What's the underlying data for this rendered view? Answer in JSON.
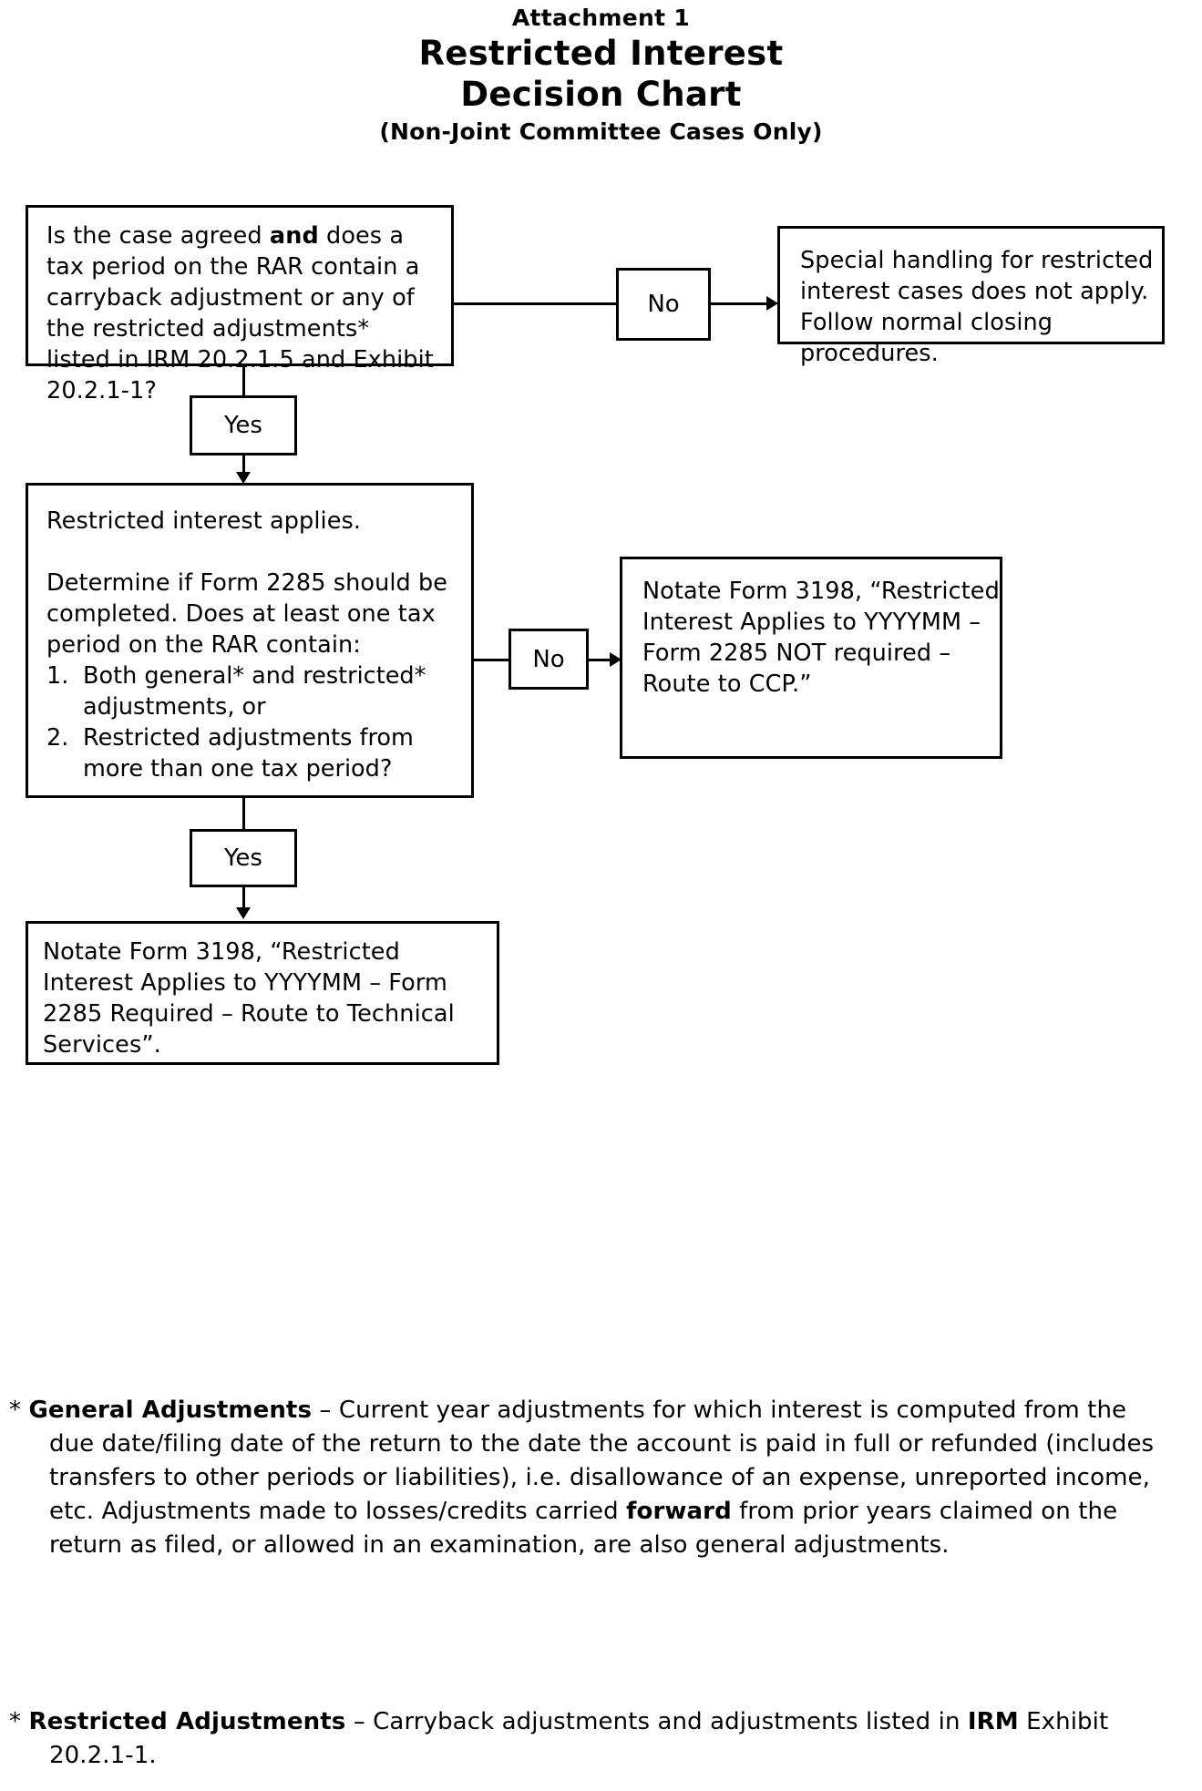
{
  "title": {
    "attachment": "Attachment 1",
    "main_line1": "Restricted Interest",
    "main_line2": "Decision Chart",
    "subtitle": "(Non-Joint Committee Cases Only)"
  },
  "flowchart": {
    "type": "decision-flowchart",
    "nodes": {
      "question1": {
        "id": "q1",
        "kind": "decision",
        "lines": [
          "Is the case agreed ",
          "and",
          " does a tax period on the RAR contain a carryback adjustment or any of the restricted adjustments* listed in IRM 20.2.1.5 and Exhibit 20.2.1-1?"
        ],
        "text_plain": "Is the case agreed and does a tax period on the RAR contain a carryback adjustment or any of the restricted adjustments* listed in IRM 20.2.1.5 and Exhibit 20.2.1-1?",
        "bold_fragment": "and"
      },
      "no1": {
        "id": "no1",
        "kind": "edge-label",
        "label": "No"
      },
      "special": {
        "id": "special",
        "kind": "terminal",
        "text": "Special handling for restricted interest cases does not apply. Follow normal closing procedures."
      },
      "yes1": {
        "id": "yes1",
        "kind": "edge-label",
        "label": "Yes"
      },
      "question2": {
        "id": "q2",
        "kind": "decision",
        "intro": "Restricted interest applies.",
        "body": "Determine if Form 2285 should be completed. Does at least one tax period on the RAR contain:",
        "items": [
          {
            "num": "1.",
            "text": "Both general* and restricted* adjustments, or"
          },
          {
            "num": "2.",
            "text": "Restricted adjustments from more than one tax period?"
          }
        ]
      },
      "no2": {
        "id": "no2",
        "kind": "edge-label",
        "label": "No"
      },
      "notate_not_required": {
        "id": "notate1",
        "kind": "terminal",
        "text": "Notate Form 3198, “Restricted Interest Applies to YYYYMM – Form 2285 NOT required – Route to CCP.”"
      },
      "yes2": {
        "id": "yes2",
        "kind": "edge-label",
        "label": "Yes"
      },
      "notate_required": {
        "id": "notate2",
        "kind": "terminal",
        "text": " Notate Form 3198, “Restricted Interest Applies to YYYYMM – Form 2285 Required – Route to Technical Services”."
      }
    },
    "edges": [
      {
        "from": "question1",
        "to": "special",
        "label": "No"
      },
      {
        "from": "question1",
        "to": "question2",
        "label": "Yes"
      },
      {
        "from": "question2",
        "to": "notate_not_required",
        "label": "No"
      },
      {
        "from": "question2",
        "to": "notate_required",
        "label": "Yes"
      }
    ]
  },
  "footnotes": {
    "general": {
      "marker": "*",
      "term": "General Adjustments",
      "dash": " – ",
      "part1": "Current year adjustments for which interest is computed from the due date/filing date of the return to the date the account is paid in full or refunded (includes transfers to other periods or liabilities), i.e. disallowance of an expense, unreported income, etc. Adjustments made to losses/credits carried ",
      "bold_mid": "forward",
      "part2": " from prior years claimed on the return as filed, or allowed in an examination, are also general adjustments."
    },
    "restricted": {
      "marker": "*",
      "term": "Restricted Adjustments",
      "dash": " – ",
      "part1": "Carryback adjustments and adjustments listed in ",
      "bold_mid": "IRM",
      "part2": " Exhibit 20.2.1-1."
    }
  },
  "colors": {
    "ink": "#000000",
    "paper": "#ffffff"
  }
}
